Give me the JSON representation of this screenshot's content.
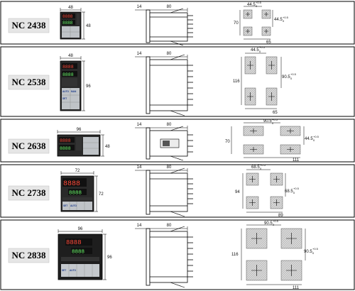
{
  "rows": [
    {
      "model": "NC 2438",
      "front": {
        "width": "48",
        "height": "48"
      },
      "side": {
        "depth_front": "14",
        "body_length": "80"
      },
      "cutout": {
        "pitch_x": "44.5",
        "pitch_x_tol": "+0.5",
        "pitch_x_tol_low": "0",
        "pitch_y": "44.5",
        "pitch_y_tol": "+0.5",
        "pitch_y_tol_low": "0",
        "height": "70",
        "width": "65"
      }
    },
    {
      "model": "NC 2538",
      "front": {
        "width": "48",
        "height": "96",
        "btn_a": "AUTO",
        "btn_b": "MAN",
        "btn_c": "SET"
      },
      "side": {
        "depth_front": "14",
        "body_length": "80"
      },
      "cutout": {
        "pitch_x": "44.5",
        "pitch_x_tol": "+0.5",
        "pitch_x_tol_low": "0",
        "pitch_y": "90.5",
        "pitch_y_tol": "+0.5",
        "pitch_y_tol_low": "0",
        "height": "116",
        "width": "65"
      }
    },
    {
      "model": "NC 2638",
      "front": {
        "width": "96",
        "height": "48"
      },
      "side": {
        "depth_front": "14",
        "body_length": "80"
      },
      "cutout": {
        "pitch_x": "90.5",
        "pitch_x_tol": "+0.5",
        "pitch_x_tol_low": "0",
        "pitch_y": "44.5",
        "pitch_y_tol": "+0.5",
        "pitch_y_tol_low": "0",
        "height": "70",
        "width": "111"
      }
    },
    {
      "model": "NC 2738",
      "front": {
        "width": "72",
        "height": "72",
        "btn_a": "SET",
        "btn_b": "AUTO"
      },
      "side": {
        "depth_front": "14",
        "body_length": "80"
      },
      "cutout": {
        "pitch_x": "68.5",
        "pitch_x_tol": "+0.5",
        "pitch_x_tol_low": "0",
        "pitch_y": "68.5",
        "pitch_y_tol": "+0.5",
        "pitch_y_tol_low": "0",
        "height": "94",
        "width": "89"
      }
    },
    {
      "model": "NC 2838",
      "front": {
        "width": "96",
        "height": "96",
        "btn_a": "SET",
        "btn_b": "AUTO"
      },
      "side": {
        "depth_front": "14",
        "body_length": "80"
      },
      "cutout": {
        "pitch_x": "90.5",
        "pitch_x_tol": "+0.5",
        "pitch_x_tol_low": "0",
        "pitch_y": "90.5",
        "pitch_y_tol": "+0.5",
        "pitch_y_tol_low": "0",
        "height": "116",
        "width": "111"
      }
    }
  ]
}
